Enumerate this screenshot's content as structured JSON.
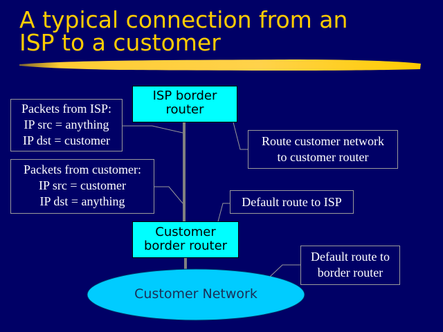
{
  "slide": {
    "title_lines": [
      "A typical connection from an",
      "ISP to a customer"
    ],
    "colors": {
      "background": "#000066",
      "title": "#ffcc00",
      "router": "#00ffff",
      "network": "#00ccff",
      "link": "#808080"
    }
  },
  "diagram": {
    "isp_router": {
      "lines": [
        "ISP border",
        "router"
      ]
    },
    "customer_router": {
      "lines": [
        "Customer",
        "border router"
      ]
    },
    "customer_network": {
      "label": "Customer Network"
    },
    "notes": {
      "packets_from_isp": [
        "Packets from ISP:",
        "IP src = anything",
        "IP dst = customer"
      ],
      "packets_from_customer": [
        "Packets from customer:",
        "IP src = customer",
        "IP dst = anything"
      ],
      "route_customer_network": [
        "Route customer network",
        "to customer router"
      ],
      "default_route_isp": [
        "Default route to ISP"
      ],
      "default_route_border": [
        "Default route to",
        "border router"
      ]
    }
  }
}
